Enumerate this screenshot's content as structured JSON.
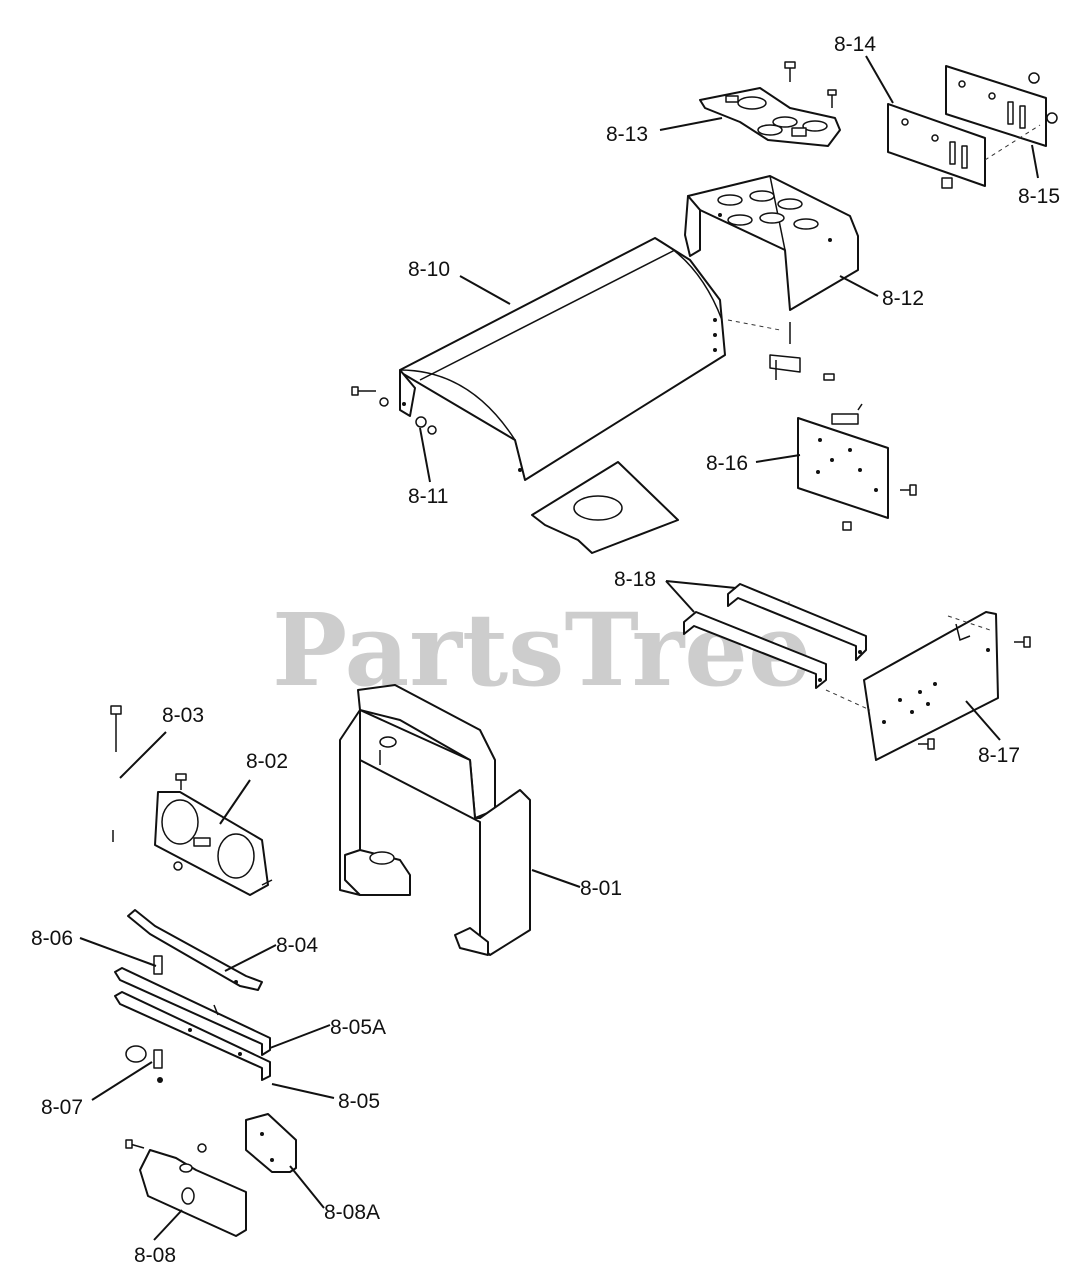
{
  "watermark": {
    "text": "PartsTree",
    "mark": "TM"
  },
  "callouts": {
    "p8_01": "8-01",
    "p8_02": "8-02",
    "p8_03": "8-03",
    "p8_04": "8-04",
    "p8_05": "8-05",
    "p8_05A": "8-05A",
    "p8_06": "8-06",
    "p8_07": "8-07",
    "p8_08": "8-08",
    "p8_08A": "8-08A",
    "p8_10": "8-10",
    "p8_11": "8-11",
    "p8_12": "8-12",
    "p8_13": "8-13",
    "p8_14": "8-14",
    "p8_15": "8-15",
    "p8_16": "8-16",
    "p8_17": "8-17",
    "p8_18": "8-18"
  }
}
